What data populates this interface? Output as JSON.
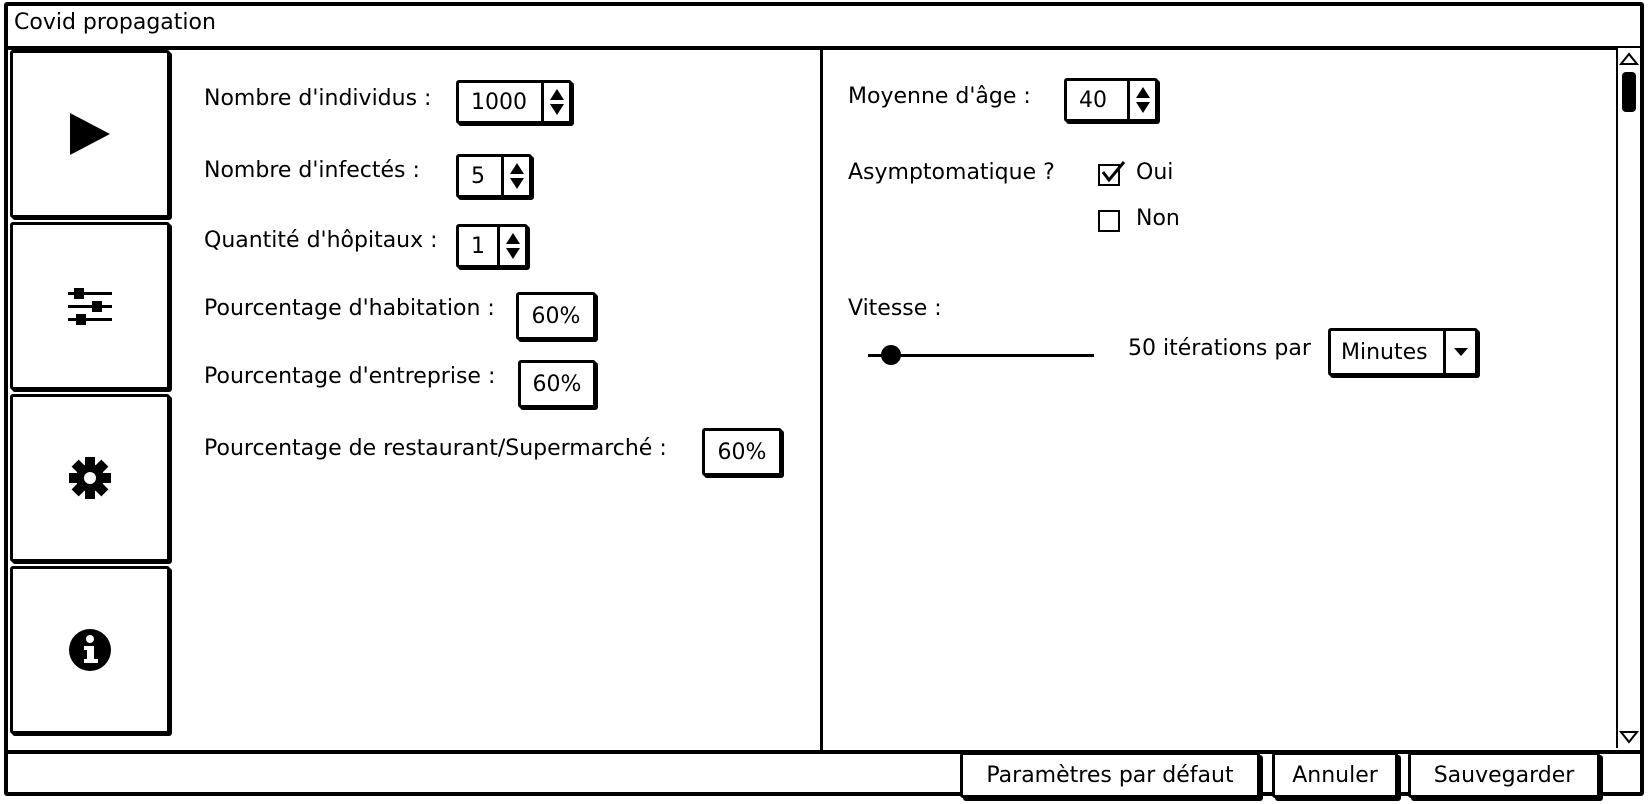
{
  "window": {
    "title": "Covid propagation"
  },
  "sidebar": {
    "items": [
      {
        "icon": "play-icon"
      },
      {
        "icon": "sliders-icon"
      },
      {
        "icon": "gear-icon"
      },
      {
        "icon": "info-icon"
      }
    ]
  },
  "left_panel": {
    "individuals": {
      "label": "Nombre d'individus :",
      "value": "1000"
    },
    "infected": {
      "label": "Nombre d'infectés :",
      "value": "5"
    },
    "hospitals": {
      "label": "Quantité d'hôpitaux :",
      "value": "1"
    },
    "housing": {
      "label": "Pourcentage d'habitation :",
      "value": "60%"
    },
    "business": {
      "label": "Pourcentage d'entreprise :",
      "value": "60%"
    },
    "restaurant": {
      "label": "Pourcentage de restaurant/Supermarché :",
      "value": "60%"
    }
  },
  "right_panel": {
    "age": {
      "label": "Moyenne d'âge :",
      "value": "40"
    },
    "asymptomatic": {
      "label": "Asymptomatique ?",
      "options": [
        {
          "label": "Oui",
          "checked": true
        },
        {
          "label": "Non",
          "checked": false
        }
      ]
    },
    "speed": {
      "label": "Vitesse :",
      "slider_fraction": 0.1,
      "text": "50 itérations par",
      "unit": "Minutes"
    }
  },
  "footer": {
    "default_label": "Paramètres par défaut",
    "cancel_label": "Annuler",
    "save_label": "Sauvegarder"
  }
}
